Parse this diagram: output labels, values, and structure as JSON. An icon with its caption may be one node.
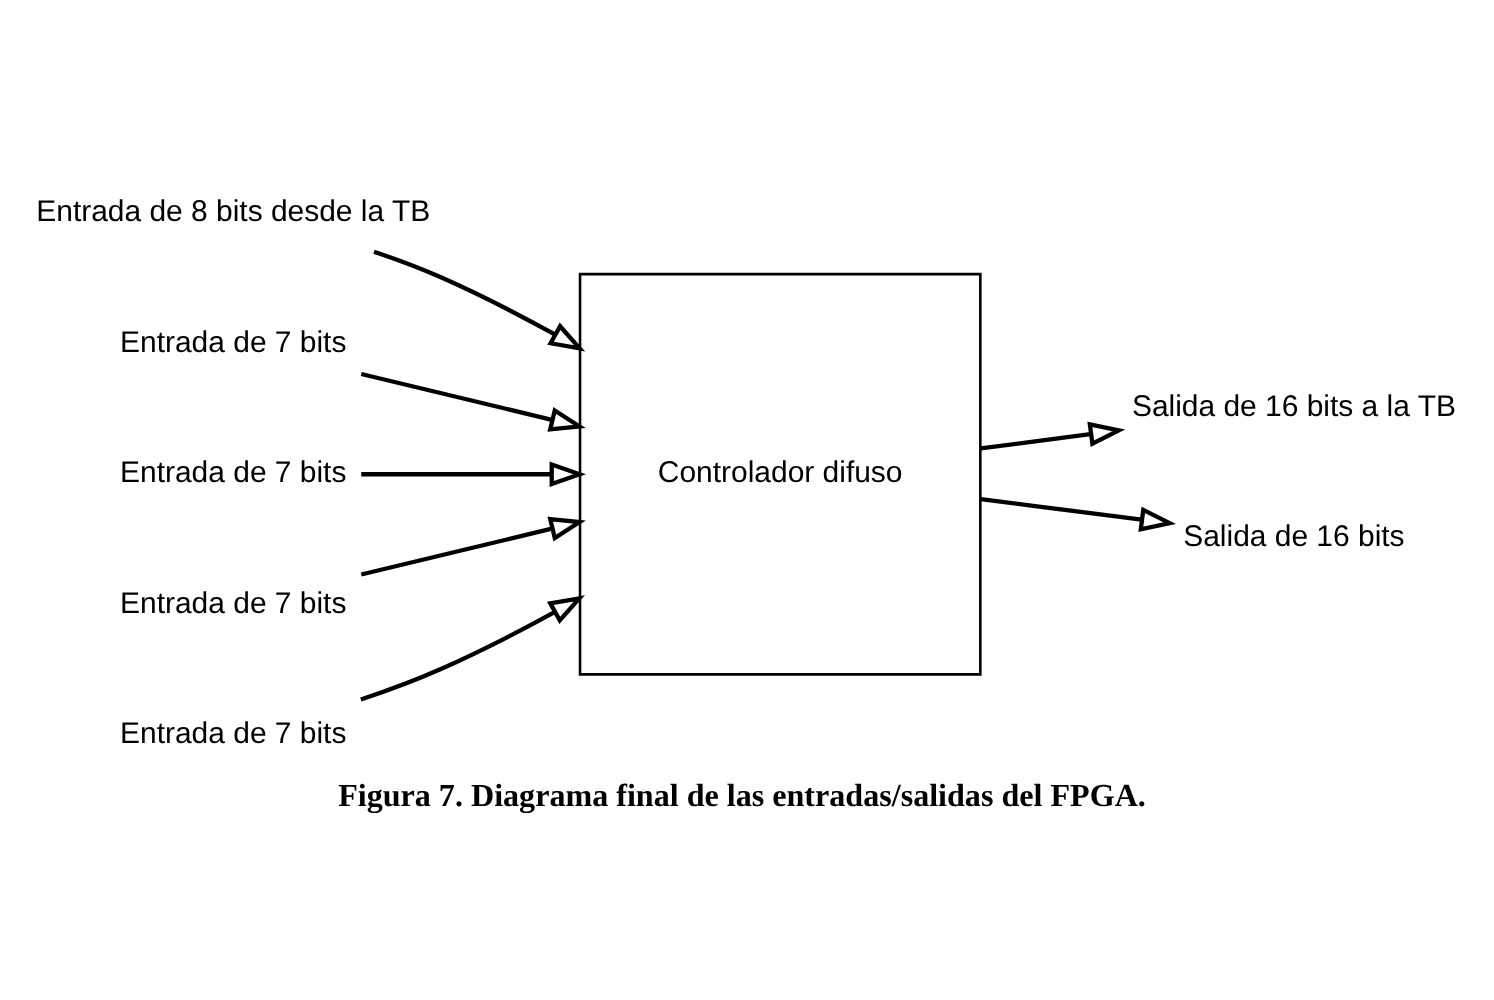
{
  "diagram": {
    "caption": "Figura 7. Diagrama final de las entradas/salidas del FPGA.",
    "nodes": [
      {
        "text": [
          "Controlador difuso"
        ]
      },
      {
        "text": [
          "Salida de 16 bits a la TB"
        ]
      },
      {
        "text": [
          "Entrada de 8 bits desde la TB"
        ]
      },
      {
        "text": [
          "Entrada de 7 bits"
        ]
      },
      {
        "text": [
          "Entrada de 7 bits"
        ]
      },
      {
        "text": [
          "Entrada de 7 bits"
        ]
      },
      {
        "text": [
          "Entrada de 7 bits"
        ]
      },
      {
        "text": [
          "Salida de 16 bits"
        ]
      }
    ],
    "edges": [
      {
        "from": 0,
        "to": 1,
        "arrow": "to"
      },
      {
        "from": 2,
        "to": 0,
        "arrow": "to"
      },
      {
        "from": 3,
        "to": 0,
        "arrow": "to"
      },
      {
        "from": 4,
        "to": 0,
        "arrow": "to"
      },
      {
        "from": 5,
        "to": 0,
        "arrow": "to"
      },
      {
        "from": 6,
        "to": 0,
        "arrow": "to"
      },
      {
        "from": 0,
        "to": 7,
        "arrow": "to"
      }
    ]
  }
}
